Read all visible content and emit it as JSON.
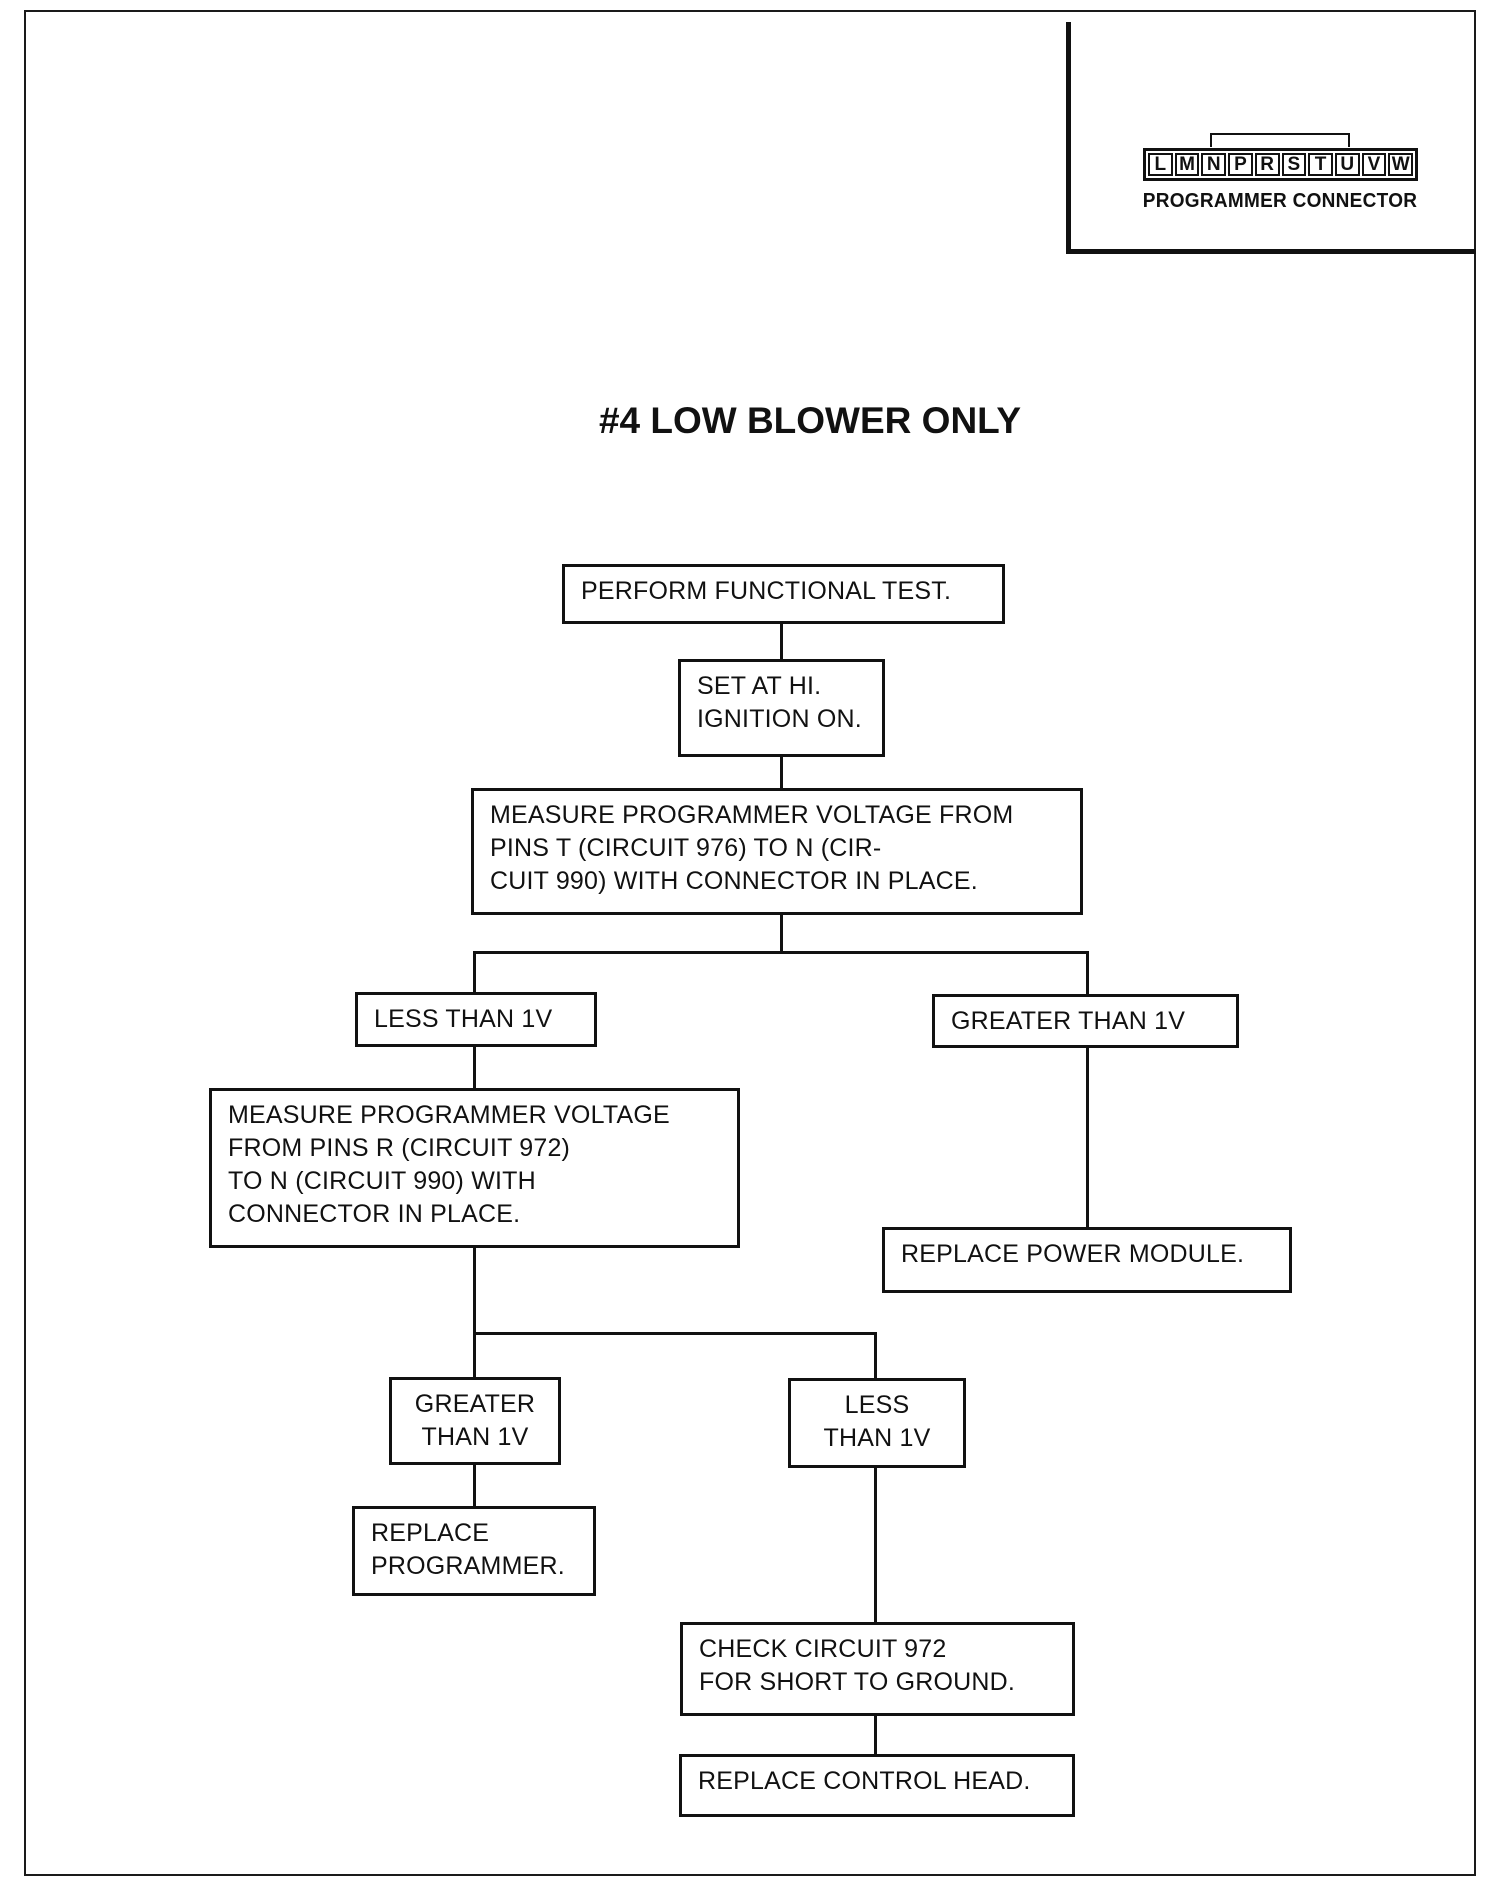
{
  "title": "#4 LOW BLOWER ONLY",
  "connector": {
    "pins": [
      "L",
      "M",
      "N",
      "P",
      "R",
      "S",
      "T",
      "U",
      "V",
      "W"
    ],
    "label": "PROGRAMMER CONNECTOR"
  },
  "flow": {
    "perform_test": "PERFORM FUNCTIONAL TEST.",
    "set_hi": "SET AT HI.\nIGNITION ON.",
    "measure_tn": "MEASURE PROGRAMMER VOLTAGE FROM\nPINS T (CIRCUIT 976) TO N (CIR-\nCUIT 990) WITH CONNECTOR IN PLACE.",
    "less_than_1v_a": "LESS THAN 1V",
    "greater_than_1v_a": "GREATER THAN 1V",
    "measure_rn": "MEASURE PROGRAMMER VOLTAGE\nFROM PINS R (CIRCUIT 972)\nTO N (CIRCUIT 990) WITH\nCONNECTOR IN PLACE.",
    "replace_power_module": "REPLACE POWER MODULE.",
    "greater_than_1v_b": "GREATER\nTHAN 1V",
    "less_than_1v_b": "LESS\nTHAN 1V",
    "replace_programmer": "REPLACE\nPROGRAMMER.",
    "check_circuit": "CHECK CIRCUIT 972\nFOR SHORT TO GROUND.",
    "replace_control_head": "REPLACE CONTROL HEAD."
  }
}
